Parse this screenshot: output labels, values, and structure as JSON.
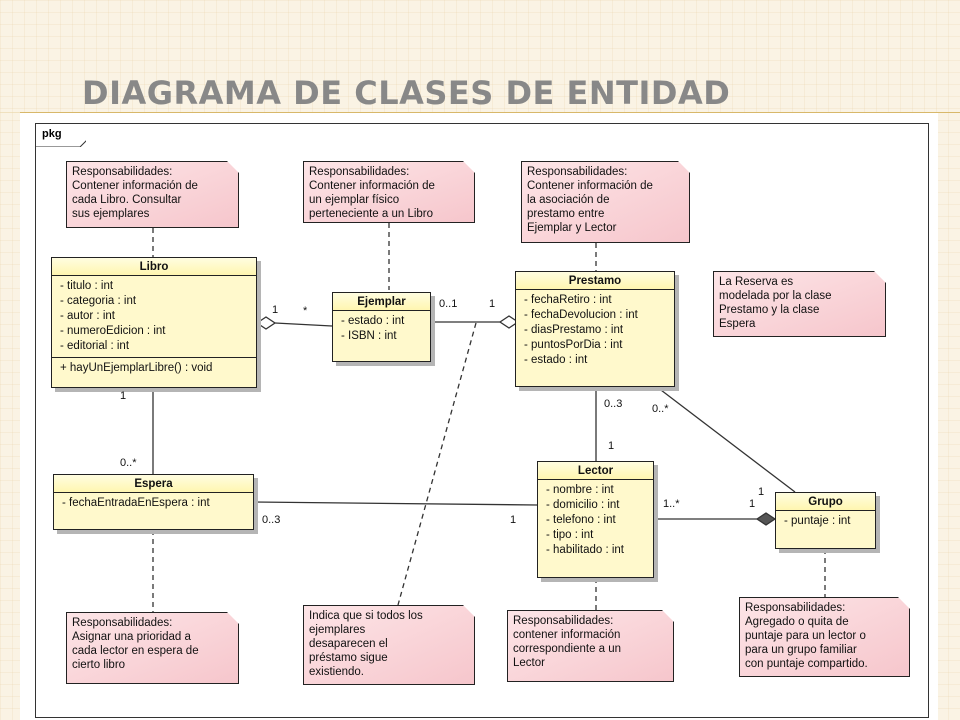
{
  "slide_title": "Diagrama de clases de entidad",
  "package_label": "pkg",
  "notes": {
    "libro": [
      "Responsabilidades:",
      "Contener información de",
      "cada Libro. Consultar",
      "sus ejemplares"
    ],
    "ejemplar": [
      "Responsabilidades:",
      "Contener información de",
      "un ejemplar físico",
      "perteneciente a un Libro"
    ],
    "prestamo": [
      "Responsabilidades:",
      "Contener información de",
      "la asociación de",
      "prestamo entre",
      "Ejemplar y Lector"
    ],
    "reserva": [
      "La Reserva es",
      "modelada por la clase",
      "Prestamo y la clase",
      "Espera"
    ],
    "espera": [
      "Responsabilidades:",
      "Asignar una prioridad a",
      "cada lector en espera de",
      "cierto libro"
    ],
    "indica": [
      "Indica que si todos los",
      "ejemplares",
      "desaparecen el",
      "préstamo sigue",
      "existiendo."
    ],
    "lector": [
      "Responsabilidades:",
      "contener información",
      "correspondiente a un",
      "Lector"
    ],
    "grupo": [
      "Responsabilidades:",
      "Agregado o quita de",
      "puntaje para un lector o",
      "para un grupo familiar",
      "con puntaje compartido."
    ]
  },
  "classes": {
    "libro": {
      "name": "Libro",
      "attributes": [
        "- titulo : int",
        "- categoria : int",
        "- autor : int",
        "- numeroEdicion : int",
        "- editorial : int"
      ],
      "operations": [
        "+ hayUnEjemplarLibre() : void"
      ]
    },
    "ejemplar": {
      "name": "Ejemplar",
      "attributes": [
        "- estado : int",
        "- ISBN : int"
      ]
    },
    "prestamo": {
      "name": "Prestamo",
      "attributes": [
        "- fechaRetiro : int",
        "- fechaDevolucion : int",
        "- diasPrestamo : int",
        "- puntosPorDia : int",
        "- estado : int"
      ]
    },
    "espera": {
      "name": "Espera",
      "attributes": [
        "- fechaEntradaEnEspera : int"
      ]
    },
    "lector": {
      "name": "Lector",
      "attributes": [
        "- nombre : int",
        "- domicilio : int",
        "- telefono : int",
        "- tipo : int",
        "- habilitado : int"
      ]
    },
    "grupo": {
      "name": "Grupo",
      "attributes": [
        "- puntaje : int"
      ]
    }
  },
  "multiplicities": {
    "libro_ejemplar_1": "1",
    "libro_ejemplar_many": "*",
    "ejemplar_prestamo_01": "0..1",
    "ejemplar_prestamo_1": "1",
    "libro_espera_1": "1",
    "libro_espera_0many": "0..*",
    "prestamo_lector_03": "0..3",
    "prestamo_lector_1": "1",
    "prestamo_grupo_0many": "0..*",
    "grupo_prestamo_1": "1",
    "espera_lector_03": "0..3",
    "espera_lector_1": "1",
    "lector_grupo_1many": "1..*",
    "grupo_lector_1": "1"
  }
}
